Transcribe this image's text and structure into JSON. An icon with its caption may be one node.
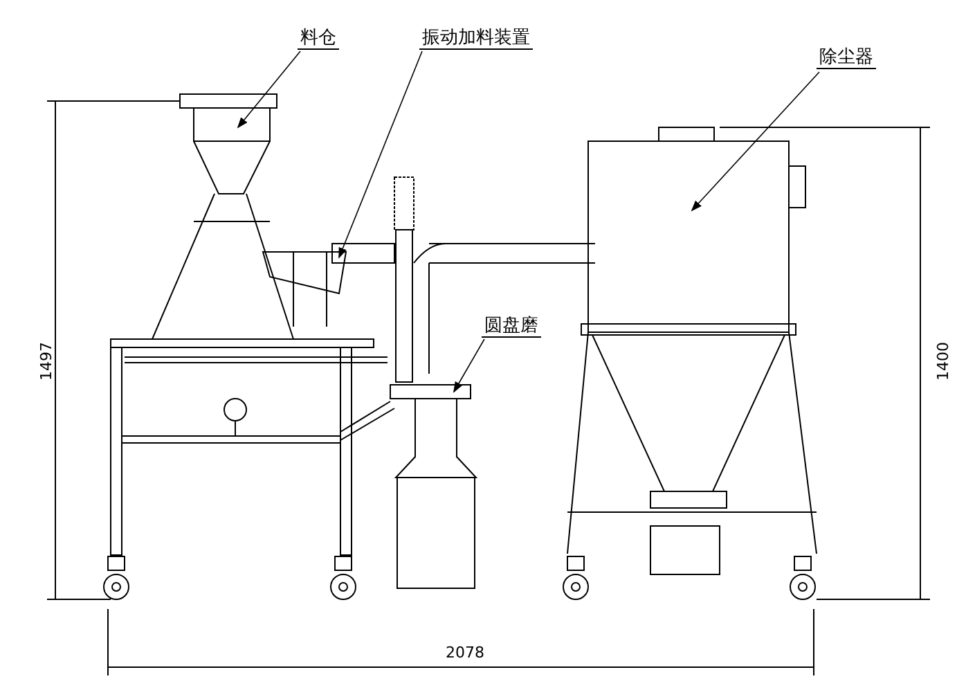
{
  "diagram": {
    "nodes": [
      {
        "text": [
          "料仓"
        ]
      },
      {
        "text": [],
        "shape": "picture"
      },
      {
        "text": [
          "振动加料装置"
        ]
      },
      {
        "text": [],
        "shape": "picture"
      },
      {
        "text": [
          "圆盘磨"
        ]
      },
      {
        "text": [],
        "shape": "picture"
      },
      {
        "text": [
          "除尘器"
        ]
      },
      {
        "text": [],
        "shape": "picture"
      }
    ],
    "edges": [
      {
        "from": 0,
        "to": 1,
        "arrow": "to"
      },
      {
        "from": 2,
        "to": 3,
        "arrow": "to"
      },
      {
        "from": 4,
        "to": 5,
        "arrow": "to"
      },
      {
        "from": 6,
        "to": 7,
        "arrow": "to"
      }
    ],
    "labels": [
      "1497",
      "1400",
      "2078"
    ]
  }
}
